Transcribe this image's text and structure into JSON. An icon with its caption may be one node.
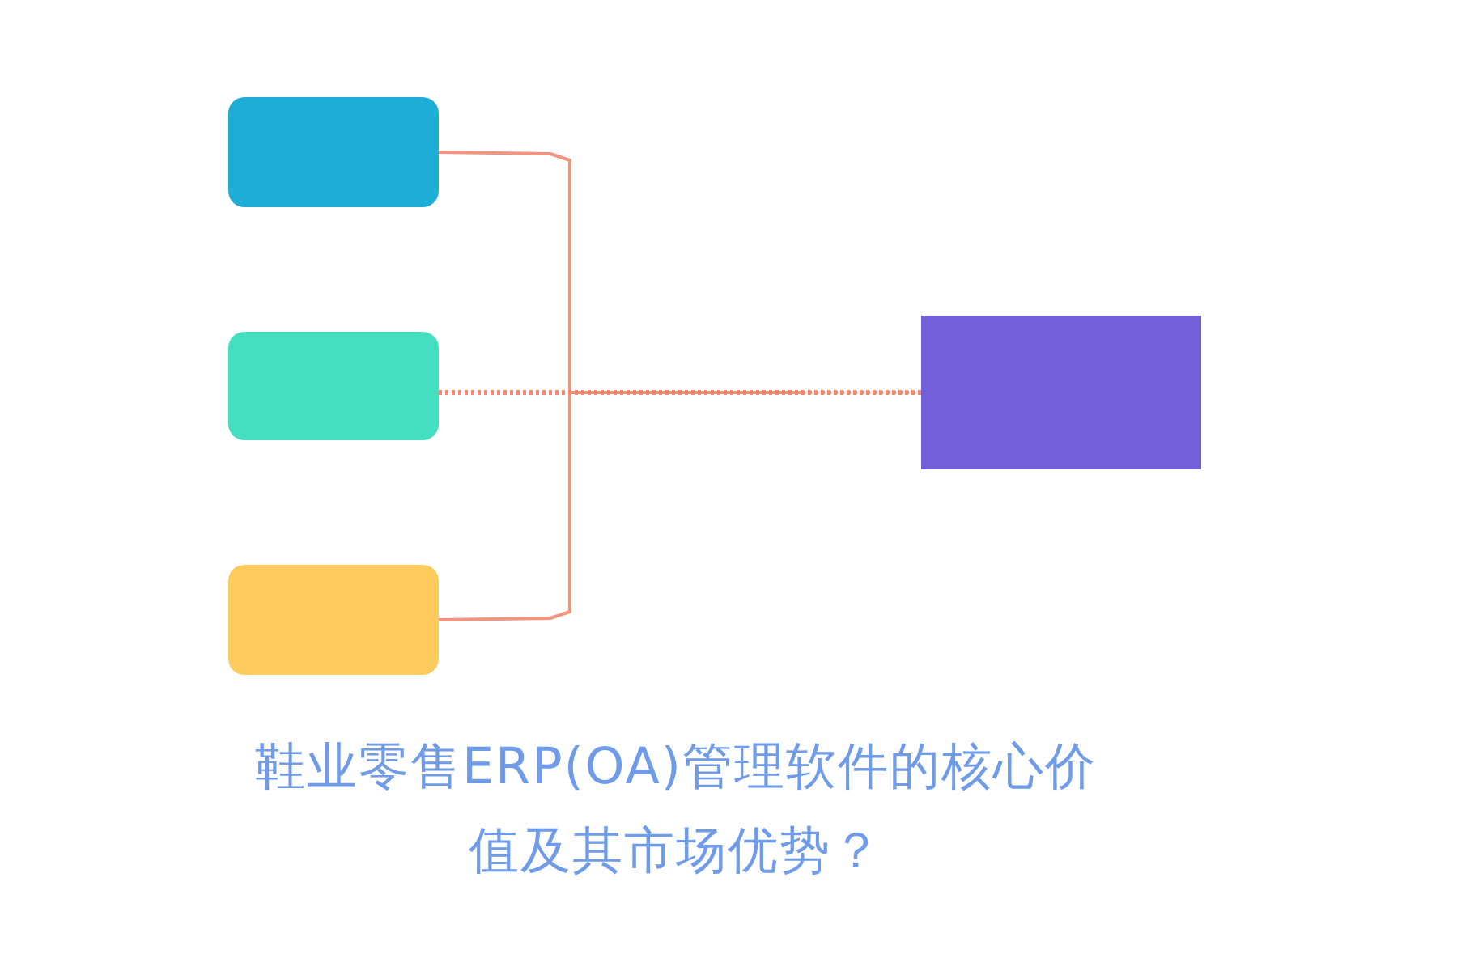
{
  "diagram": {
    "title": "鞋业零售ERP(OA)管理软件的核心价值及其市场优势？",
    "nodes": [
      {
        "text": [],
        "shape": "box"
      },
      {
        "text": [],
        "shape": "box"
      },
      {
        "text": [],
        "shape": "box"
      },
      {
        "text": [],
        "shape": "box"
      }
    ],
    "edges": [
      {
        "from": 0,
        "to": 3,
        "arrow": "none"
      },
      {
        "from": 1,
        "to": 3,
        "arrow": "none",
        "style": "dashed"
      },
      {
        "from": 2,
        "to": 3,
        "arrow": "none"
      }
    ]
  }
}
